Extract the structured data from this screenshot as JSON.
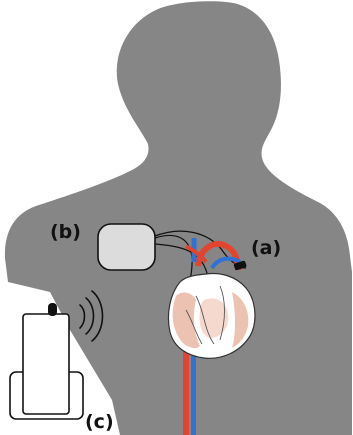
{
  "labels": {
    "a": "(a)",
    "b": "(b)",
    "c": "(c)"
  },
  "colors": {
    "silhouette": "#868686",
    "background": "#ffffff",
    "device": "#dcdcdc",
    "outline": "#111111",
    "artery": "#e2452f",
    "vein": "#2f72d6",
    "heart_tissue": "#e9b8a4"
  }
}
